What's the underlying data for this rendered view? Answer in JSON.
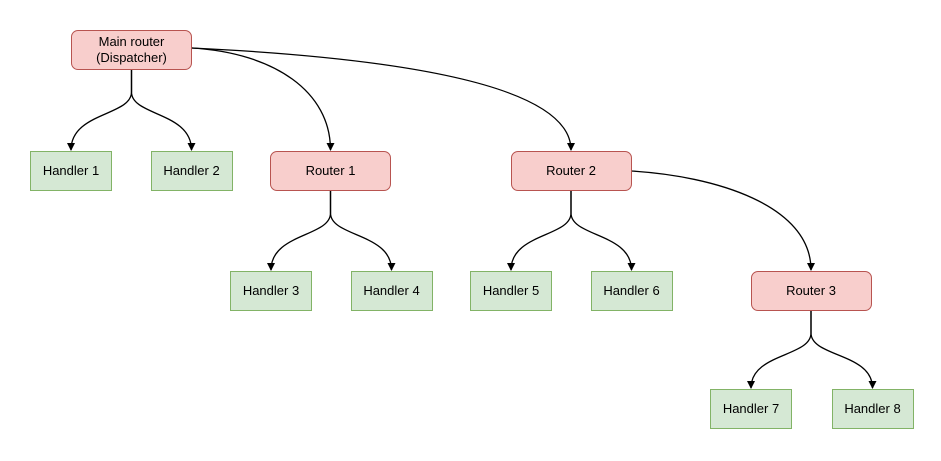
{
  "diagram": {
    "type": "tree",
    "nodes": {
      "main_router": {
        "label": "Main router\n(Dispatcher)",
        "kind": "router"
      },
      "handler_1": {
        "label": "Handler 1",
        "kind": "handler"
      },
      "handler_2": {
        "label": "Handler 2",
        "kind": "handler"
      },
      "router_1": {
        "label": "Router 1",
        "kind": "router"
      },
      "router_2": {
        "label": "Router 2",
        "kind": "router"
      },
      "handler_3": {
        "label": "Handler 3",
        "kind": "handler"
      },
      "handler_4": {
        "label": "Handler 4",
        "kind": "handler"
      },
      "handler_5": {
        "label": "Handler 5",
        "kind": "handler"
      },
      "handler_6": {
        "label": "Handler 6",
        "kind": "handler"
      },
      "router_3": {
        "label": "Router 3",
        "kind": "router"
      },
      "handler_7": {
        "label": "Handler 7",
        "kind": "handler"
      },
      "handler_8": {
        "label": "Handler 8",
        "kind": "handler"
      }
    },
    "edges": [
      {
        "from": "main_router",
        "to": "handler_1"
      },
      {
        "from": "main_router",
        "to": "handler_2"
      },
      {
        "from": "main_router",
        "to": "router_1"
      },
      {
        "from": "main_router",
        "to": "router_2"
      },
      {
        "from": "router_1",
        "to": "handler_3"
      },
      {
        "from": "router_1",
        "to": "handler_4"
      },
      {
        "from": "router_2",
        "to": "handler_5"
      },
      {
        "from": "router_2",
        "to": "handler_6"
      },
      {
        "from": "router_2",
        "to": "router_3"
      },
      {
        "from": "router_3",
        "to": "handler_7"
      },
      {
        "from": "router_3",
        "to": "handler_8"
      }
    ],
    "colors": {
      "router_fill": "#f8cecc",
      "router_border": "#b85450",
      "handler_fill": "#d5e8d4",
      "handler_border": "#82b366",
      "edge_color": "#000000",
      "text_color": "#000000"
    }
  }
}
